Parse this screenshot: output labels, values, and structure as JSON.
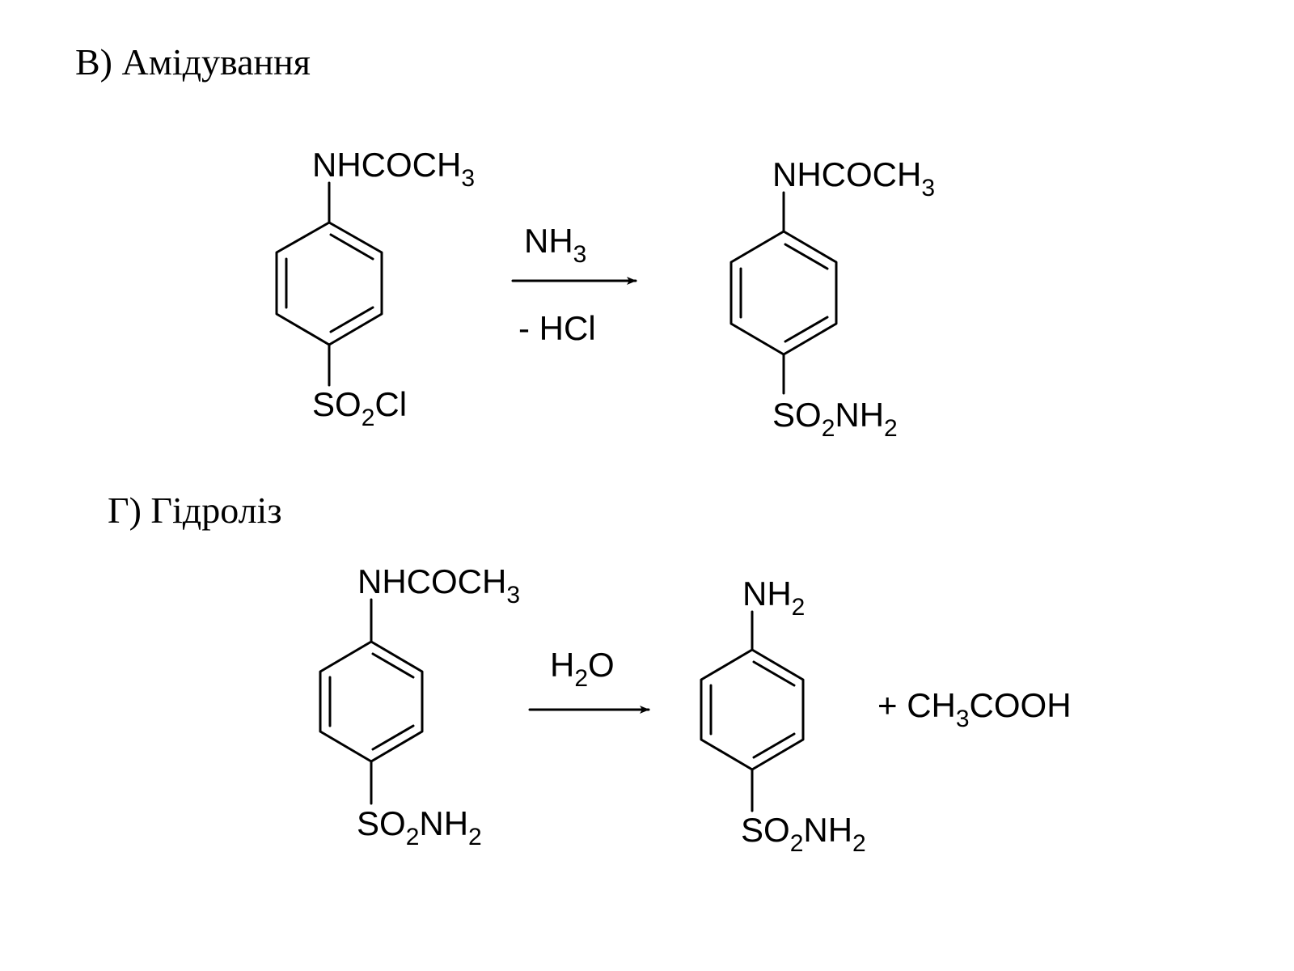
{
  "sections": [
    {
      "heading": "B) Амідування",
      "reactant": {
        "top": {
          "main": "NHCOCH",
          "sub": "3"
        },
        "bottom": {
          "main1": "SO",
          "sub1": "2",
          "main2": "Cl"
        }
      },
      "reagent_above": {
        "main": "NH",
        "sub": "3"
      },
      "reagent_below": "- HCl",
      "product": {
        "top": {
          "main": "NHCOCH",
          "sub": "3"
        },
        "bottom": {
          "main1": "SO",
          "sub1": "2",
          "main2": "NH",
          "sub2": "2"
        }
      }
    },
    {
      "heading": "Г) Гідроліз",
      "reactant": {
        "top": {
          "main": "NHCOCH",
          "sub": "3"
        },
        "bottom": {
          "main1": "SO",
          "sub1": "2",
          "main2": "NH",
          "sub2": "2"
        }
      },
      "reagent_above": {
        "main1": "H",
        "sub1": "2",
        "main2": "O"
      },
      "product": {
        "top": {
          "main": "NH",
          "sub": "2"
        },
        "bottom": {
          "main1": "SO",
          "sub1": "2",
          "main2": "NH",
          "sub2": "2"
        }
      },
      "byproduct": {
        "main1": "+ CH",
        "sub1": "3",
        "main2": "COOH"
      }
    }
  ]
}
